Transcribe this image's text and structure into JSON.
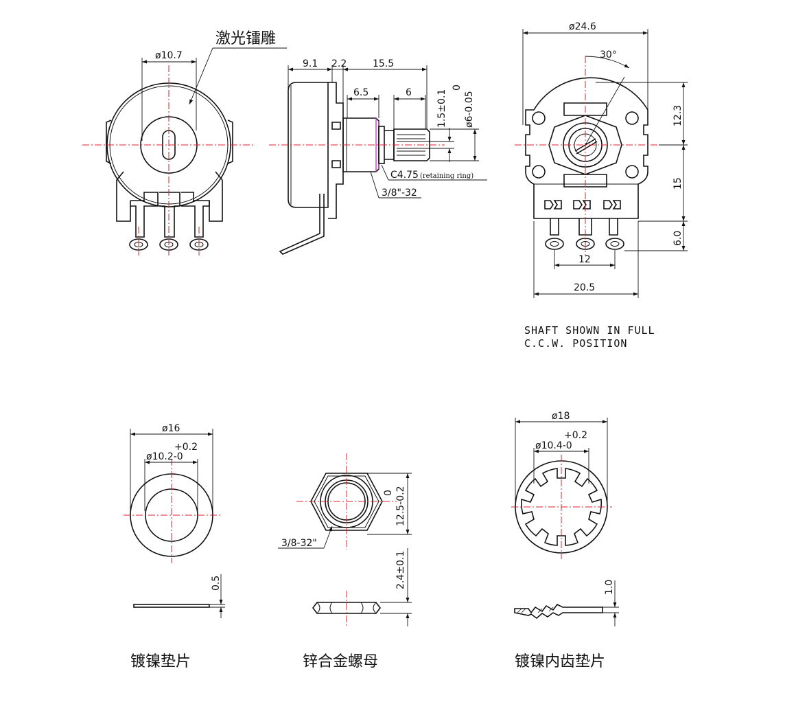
{
  "labels": {
    "laser_engraving": "激光镭雕",
    "washer_title": "镀镍垫片",
    "nut_title": "锌合金螺母",
    "tooth_washer_title": "镀镍内齿垫片",
    "note_line1": "SHAFT SHOWN IN FULL",
    "note_line2": "C.C.W. POSITION"
  },
  "dims": {
    "front_knob_dia": "ø10.7",
    "side_9_1": "9.1",
    "side_2_2": "2.2",
    "side_15_5": "15.5",
    "side_6_5": "6.5",
    "side_6": "6",
    "side_1_5": "1.5±0.1",
    "side_tol_0": "0",
    "side_shaft_dia": "ø6-0.05",
    "side_c475": "C4.75",
    "side_retaining": "(retaining ring)",
    "side_thread": "3/8\"-32",
    "back_dia": "ø24.6",
    "back_angle": "30°",
    "back_12_3": "12.3",
    "back_15": "15",
    "back_6_0": "6.0",
    "back_12": "12",
    "back_20_5": "20.5",
    "washer_outer": "ø16",
    "washer_tol": "+0.2",
    "washer_inner": "ø10.2-0",
    "washer_thick": "0.5",
    "nut_tol_0": "0",
    "nut_size": "12.5-0.2",
    "nut_thread": "3/8-32\"",
    "nut_thick": "2.4±0.1",
    "tw_outer": "ø18",
    "tw_tol": "+0.2",
    "tw_inner": "ø10.4-0",
    "tw_thick": "1.0"
  }
}
